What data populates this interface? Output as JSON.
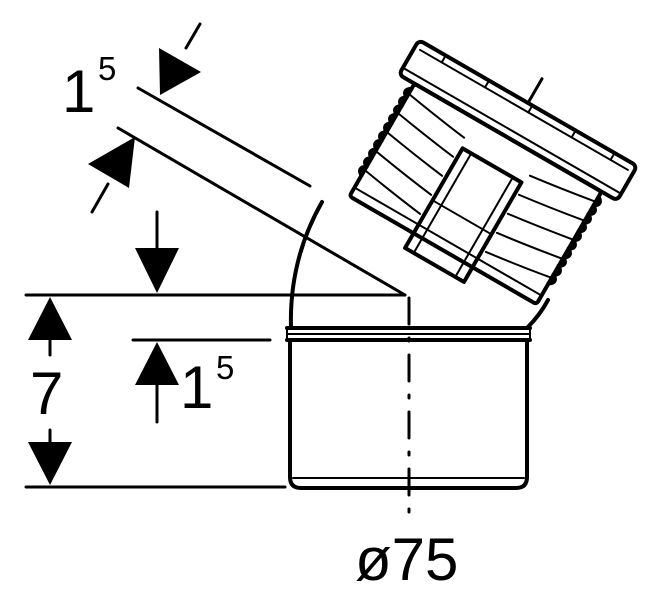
{
  "labels": {
    "angled_offset_base": "1",
    "angled_offset_exp": "5",
    "height": "7",
    "socket_depth_base": "1",
    "socket_depth_exp": "5",
    "diameter": "ø75"
  }
}
